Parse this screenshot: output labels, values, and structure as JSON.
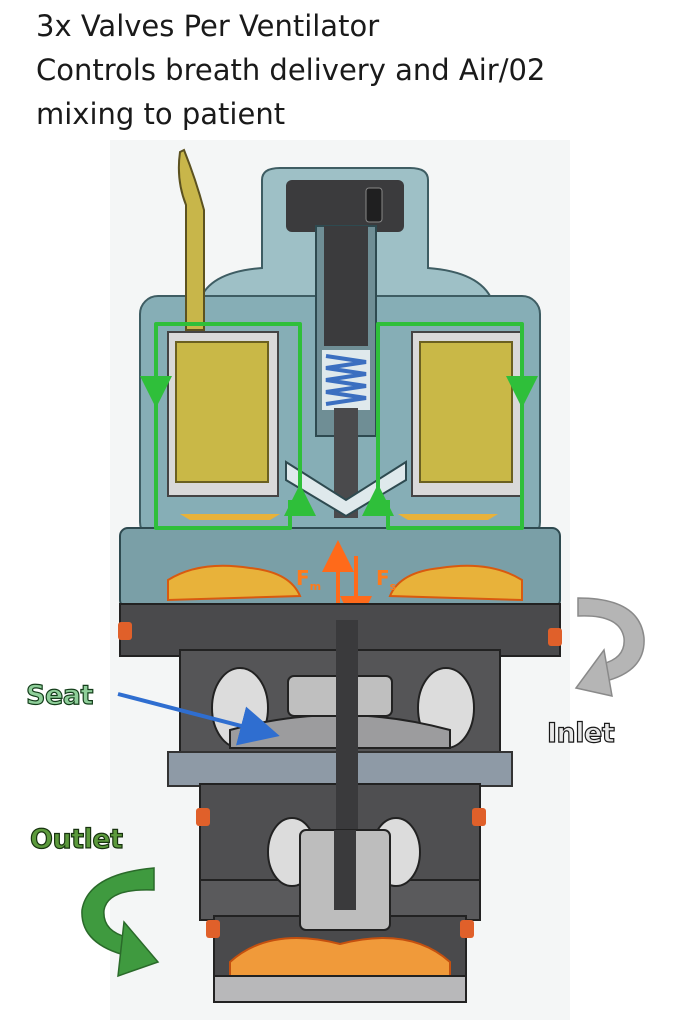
{
  "caption": {
    "line1": "3x Valves Per Ventilator",
    "line2": "Controls breath delivery and Air/02",
    "line3": "mixing to patient"
  },
  "labels": {
    "seat": "Seat",
    "inlet": "Inlet",
    "outlet": "Outlet",
    "force_left": "F",
    "force_left_sub": "m",
    "force_right": "F",
    "force_right_sub": "s"
  },
  "colors": {
    "body_dark": "#4a4a4c",
    "housing_blue": "#7fa7b0",
    "coil_yellow": "#c8b64a",
    "flow_green": "#2fbf3a",
    "spring_blue": "#3b6fc0",
    "force_orange": "#ff6a1a",
    "seat_arrow": "#2f6ed0",
    "inlet_arrow": "#a9a9a9",
    "outlet_arrow": "#3f9a3f"
  }
}
